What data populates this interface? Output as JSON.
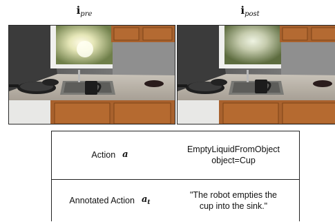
{
  "images": {
    "pre": {
      "symbol": "i",
      "subscript": "pre"
    },
    "post": {
      "symbol": "i",
      "subscript": "post"
    }
  },
  "table": {
    "row1": {
      "label": "Action",
      "symbol": "a",
      "value_line1": "EmptyLiquidFromObject",
      "value_line2": "object=Cup"
    },
    "row2": {
      "label": "Annotated Action",
      "symbol": "a",
      "symbol_subscript": "t",
      "value_line1": "\"The robot empties the",
      "value_line2": "cup into the sink.\""
    }
  },
  "colors": {
    "cup_pre": "#1c1c1c",
    "cup_post": "#1c1c1c",
    "counter": "#b6aea3",
    "cabinet": "#a8612d"
  }
}
